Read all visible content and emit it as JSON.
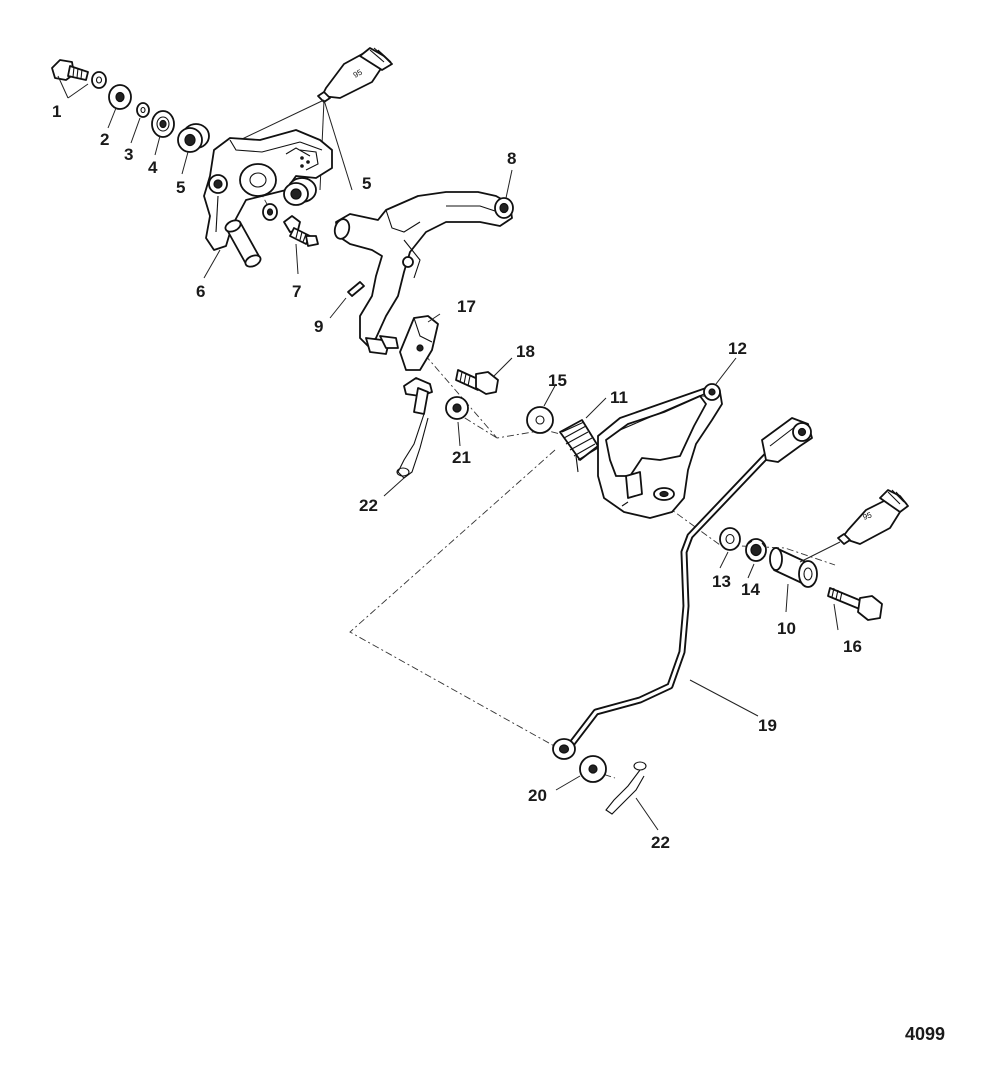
{
  "diagram": {
    "callouts": [
      "1",
      "2",
      "3",
      "4",
      "5",
      "5",
      "6",
      "7",
      "8",
      "9",
      "10",
      "11",
      "12",
      "13",
      "14",
      "15",
      "16",
      "17",
      "18",
      "19",
      "20",
      "21",
      "22",
      "22"
    ],
    "sealant_tube_labels": [
      "95",
      "95"
    ],
    "document_number": "4099"
  }
}
